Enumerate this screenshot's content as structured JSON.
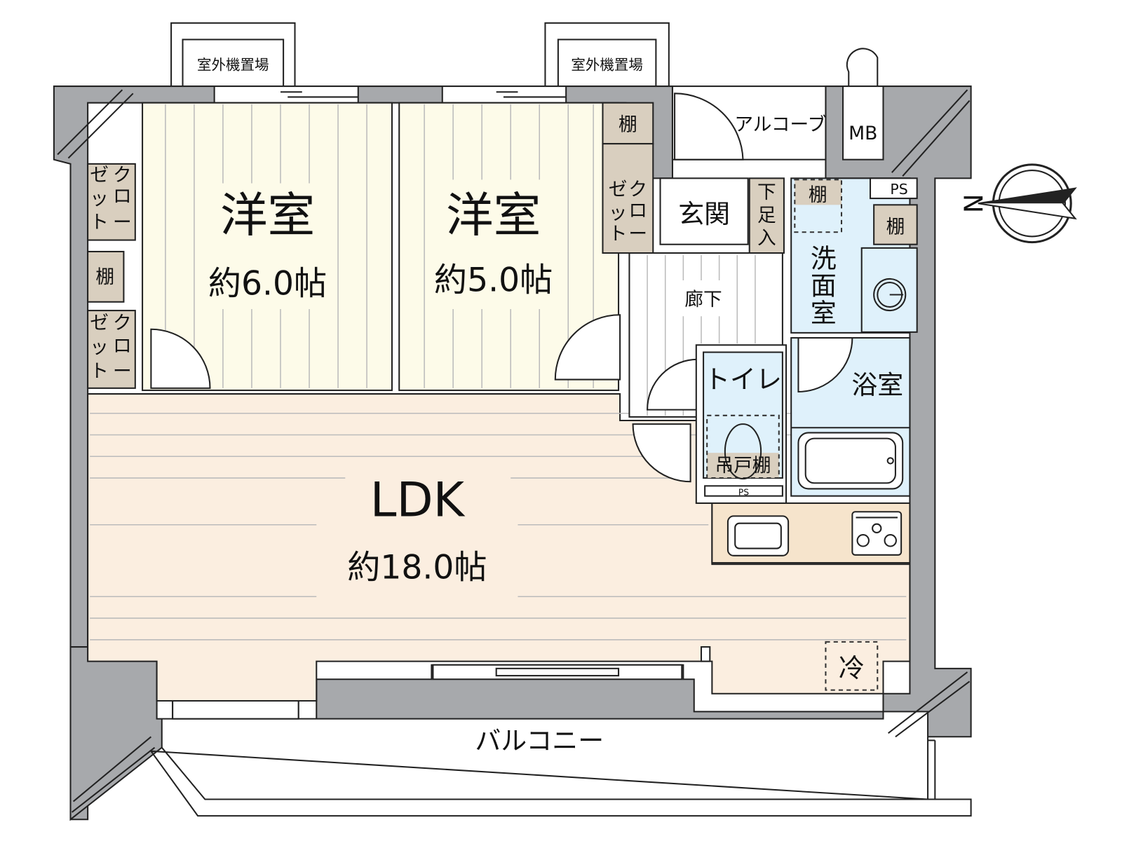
{
  "rooms": {
    "bedroom1": {
      "name": "洋室",
      "area": "約6.0帖"
    },
    "bedroom2": {
      "name": "洋室",
      "area": "約5.0帖"
    },
    "ldk": {
      "name": "LDK",
      "area": "約18.0帖"
    },
    "entrance": "玄関",
    "shoe_storage": [
      "下",
      "足",
      "入"
    ],
    "corridor": "廊下",
    "washroom": [
      "洗",
      "面",
      "室"
    ],
    "toilet": "トイレ",
    "bathroom": "浴室",
    "alcove": "アルコーブ",
    "meter_box": "MB",
    "balcony": "バルコニー",
    "outdoor_unit_1": "室外機置場",
    "outdoor_unit_2": "室外機置場"
  },
  "storage": {
    "closet_col1": [
      "ク",
      "ロ",
      "ー"
    ],
    "closet_col2": [
      "ゼ",
      "ッ",
      "ト"
    ],
    "shelf": "棚",
    "hanging_shelf": "吊戸棚",
    "pipe_space": "PS",
    "fridge": "冷"
  },
  "compass": {
    "north_label": "N",
    "rotation_deg": 90
  },
  "colors": {
    "wall": "#a7a9ac",
    "bedroom_floor": "#fdfbe9",
    "ldk_floor": "#fbeee0",
    "wet_area": "#dff1fb",
    "storage": "#d9cfbf"
  }
}
